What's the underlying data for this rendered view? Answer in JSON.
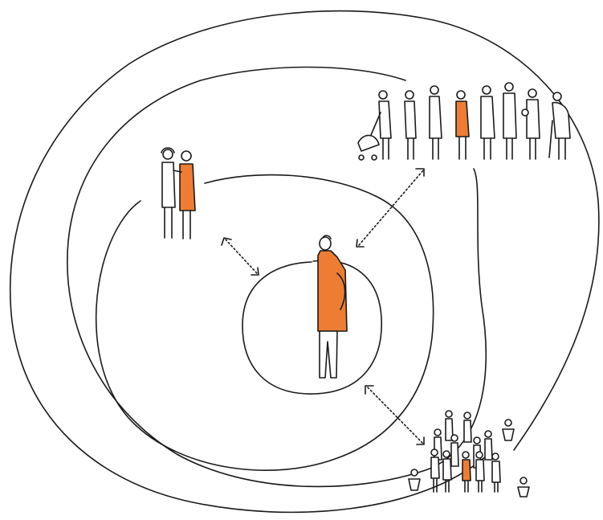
{
  "colors": {
    "accent": "#EE7D33",
    "ink": "#1a1a1a",
    "background": "#ffffff"
  },
  "rings": [
    {
      "name": "ring-self",
      "figure": "central-person"
    },
    {
      "name": "ring-inner",
      "figure": "couple"
    },
    {
      "name": "ring-middle",
      "figure": "neighborhood-row"
    },
    {
      "name": "ring-outer",
      "figure": "community-crowd"
    }
  ],
  "groups": {
    "couple": {
      "people": 2,
      "highlighted": 1
    },
    "row": {
      "people": 8,
      "highlighted": 1
    },
    "crowd": {
      "people": 13,
      "highlighted": 1
    }
  }
}
